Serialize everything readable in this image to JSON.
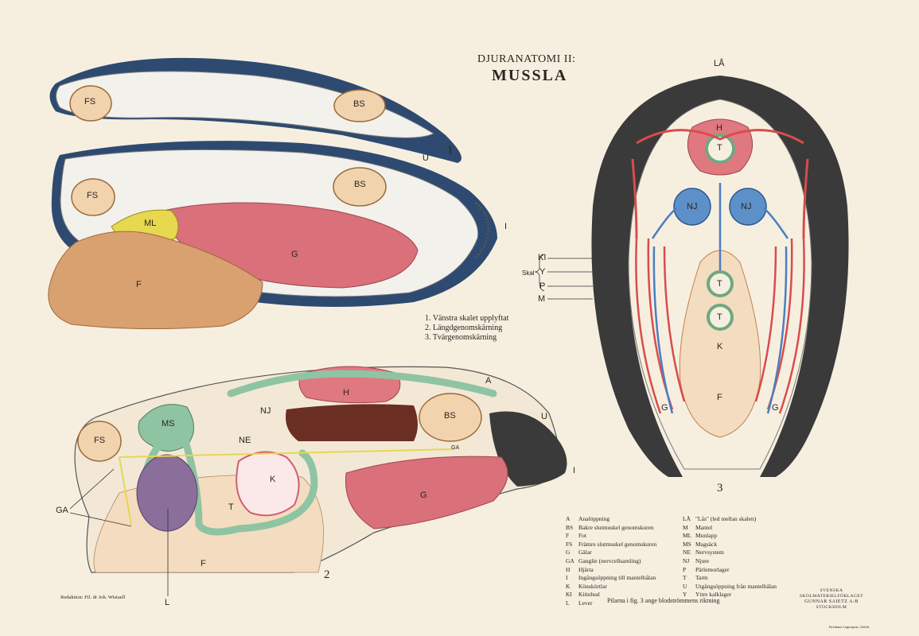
{
  "title": {
    "subtitle": "DJURANATOMI II:",
    "main": "MUSSLA"
  },
  "figure1": {
    "number": "1",
    "labels": {
      "FS_top": "FS",
      "BS_top": "BS",
      "FS": "FS",
      "BS": "BS",
      "ML": "ML",
      "G": "G",
      "F": "F",
      "U": "U",
      "I": "I"
    },
    "captions": [
      "1. Vänstra skalet upplyftat",
      "2. Längdgenomskärning",
      "3. Tvärgenomskärning"
    ]
  },
  "figure2": {
    "number": "2",
    "labels": {
      "A": "A",
      "U": "U",
      "I": "I",
      "H": "H",
      "NJ": "NJ",
      "BS": "BS",
      "MS": "MS",
      "NE": "NE",
      "GA_small": "GA",
      "FS": "FS",
      "K": "K",
      "G": "G",
      "T": "T",
      "GA": "GA",
      "F": "F",
      "L": "L"
    }
  },
  "figure3": {
    "number": "3",
    "labels": {
      "LA": "LÅ",
      "H": "H",
      "T1": "T",
      "NJ1": "NJ",
      "NJ2": "NJ",
      "T2": "T",
      "T3": "T",
      "K": "K",
      "F": "F",
      "G_left": "G",
      "G_right": "G",
      "KI": "KI",
      "Y": "Y",
      "Skal": "Skal",
      "P": "P",
      "M": "M"
    }
  },
  "legend_left": [
    {
      "k": "A",
      "v": "Analöppning"
    },
    {
      "k": "BS",
      "v": "Bakre slutmuskel genomskuren"
    },
    {
      "k": "F",
      "v": "Fot"
    },
    {
      "k": "FS",
      "v": "Främre slutmuskel genomskuren"
    },
    {
      "k": "G",
      "v": "Gälar"
    },
    {
      "k": "GA",
      "v": "Ganglie (nervcellsamling)"
    },
    {
      "k": "H",
      "v": "Hjärta"
    },
    {
      "k": "I",
      "v": "Ingångsöppning till mantelhålan"
    },
    {
      "k": "K",
      "v": "Könskörtlar"
    },
    {
      "k": "KI",
      "v": "Kitinhud"
    },
    {
      "k": "L",
      "v": "Lever"
    }
  ],
  "legend_right": [
    {
      "k": "LÅ",
      "v": "\"Lås\" (led mellan skalen)"
    },
    {
      "k": "M",
      "v": "Mantel"
    },
    {
      "k": "ML",
      "v": "Munlapp"
    },
    {
      "k": "MS",
      "v": "Magsäck"
    },
    {
      "k": "NE",
      "v": "Nervsystem"
    },
    {
      "k": "NJ",
      "v": "Njure"
    },
    {
      "k": "P",
      "v": "Pärlemorlager"
    },
    {
      "k": "T",
      "v": "Tarm"
    },
    {
      "k": "U",
      "v": "Utgångsöppning från mantelhålan"
    },
    {
      "k": "Y",
      "v": "Yttre kalklager"
    }
  ],
  "footer": {
    "note": "Pilarna i fig. 3 ange blodströmmens riktning",
    "redaction": "Redaktion: Fil. dr Joh. Wistaell",
    "publisher_line1": "SVENSKA SKOLMATERIELFÖRLAGET",
    "publisher_line2": "GUNNAR SAIETZ A-B",
    "publisher_line3": "STOCKHOLM",
    "printer": "Kristians Lagerquist, Göteb."
  },
  "colors": {
    "background": "#f6efe0",
    "shell_dark": "#2e4a70",
    "muscle": "#f1d3ae",
    "gill": "#d9707a",
    "foot": "#d9a070",
    "labial": "#e6d84f",
    "intestine": "#8fc4a2",
    "liver": "#8a6f9a",
    "heart": "#e07880",
    "kidney": "#6a2e22",
    "artery": "#d94c4c",
    "vein": "#4a7fc0",
    "nerve": "#e6d84f"
  }
}
